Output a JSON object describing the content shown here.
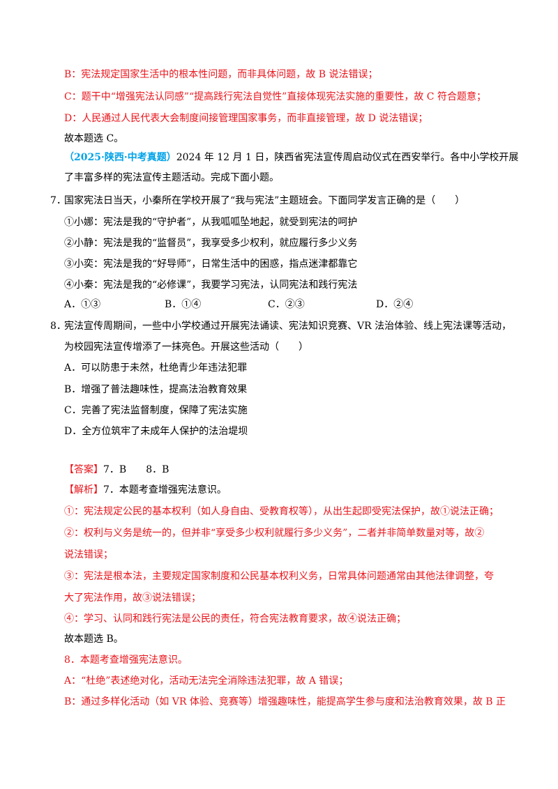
{
  "top_analysis": {
    "b": "B：宪法规定国家生活中的根本性问题，而非具体问题，故 B 说法错误；",
    "c": "C：题干中“增强宪法认同感”“提高践行宪法自觉性”直接体现宪法实施的重要性，故 C 符合题意；",
    "d": "D：人民通过人民代表大会制度间接管理国家事务，而非直接管理，故 D 说法错误；",
    "conclusion": "故本题选 C。"
  },
  "material": {
    "source": "（2025·陕西·中考真题）",
    "text_line1": "2024 年 12 月 1 日，陕西省宪法宣传周启动仪式在西安举行。各中小学校开展",
    "text_line2": "了丰富多样的宪法宣传主题活动。完成下面小题。"
  },
  "q7": {
    "num": "7．",
    "stem": "国家宪法日当天，小秦所在学校开展了“我与宪法”主题班会。下面同学发言正确的是（　　）",
    "items": [
      "①小娜：宪法是我的“守护者”，从我呱呱坠地起，就受到宪法的呵护",
      "②小静：宪法是我的“监督员”，我享受多少权利，就应履行多少义务",
      "③小奕：宪法是我的“好导师”，日常生活中的困惑，指点迷津都靠它",
      "④小秦：宪法是我的“必修课”，我要学习宪法，认同宪法和践行宪法"
    ],
    "options": [
      "A．①③",
      "B．①④",
      "C．②③",
      "D．②④"
    ]
  },
  "q8": {
    "num": "8．",
    "stem_line1": "宪法宣传周期间，一些中小学校通过开展宪法诵读、宪法知识竞赛、VR 法治体验、线上宪法课等活动，",
    "stem_line2": "为校园宪法宣传增添了一抹亮色。开展这些活动（　　）",
    "options": [
      "A．可以防患于未然，杜绝青少年违法犯罪",
      "B．增强了普法趣味性，提高法治教育效果",
      "C．完善了宪法监督制度，保障了宪法实施",
      "D．全方位筑牢了未成年人保护的法治堤坝"
    ]
  },
  "answer": {
    "tag": "【答案】",
    "text": "7．B　　8．B"
  },
  "analysis": {
    "tag": "【解析】",
    "q7_intro": "7．本题考查增强宪法意识。",
    "q7_1": "①：宪法规定公民的基本权利（如人身自由、受教育权等），从出生起即受宪法保护，故①说法正确；",
    "q7_2a": "②：权利与义务是统一的，但并非“享受多少权利就履行多少义务”，二者并非简单数量对等，故②",
    "q7_2b": "说法错误；",
    "q7_3a": "③：宪法是根本法，主要规定国家制度和公民基本权利义务，日常具体问题通常由其他法律调整，夸",
    "q7_3b": "大了宪法作用，故③说法错误；",
    "q7_4": "④：学习、认同和践行宪法是公民的责任，符合宪法教育要求，故④说法正确；",
    "q7_conclusion": "故本题选 B。",
    "q8_intro": "8．本题考查增强宪法意识。",
    "q8_a": "A：“杜绝”表述绝对化，活动无法完全消除违法犯罪，故 A 错误；",
    "q8_b": "B：通过多样化活动（如 VR 体验、竞赛等）增强趣味性，能提高学生参与度和法治教育效果，故 B 正"
  }
}
